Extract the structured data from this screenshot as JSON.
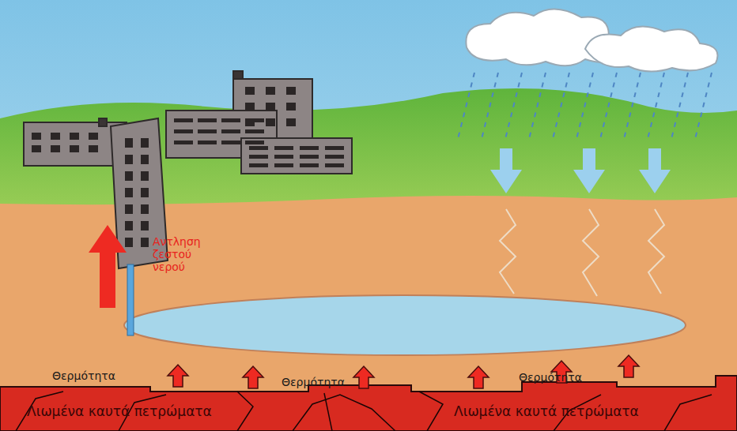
{
  "diagram": {
    "labels": [
      "Αντληση ζεστού νερού",
      "Θερμότητα",
      "Θερμότητα",
      "Θερμότητα",
      "Λιωμένα καυτά πετρώματα",
      "Λιωμένα καυτά πετρώματα"
    ]
  }
}
